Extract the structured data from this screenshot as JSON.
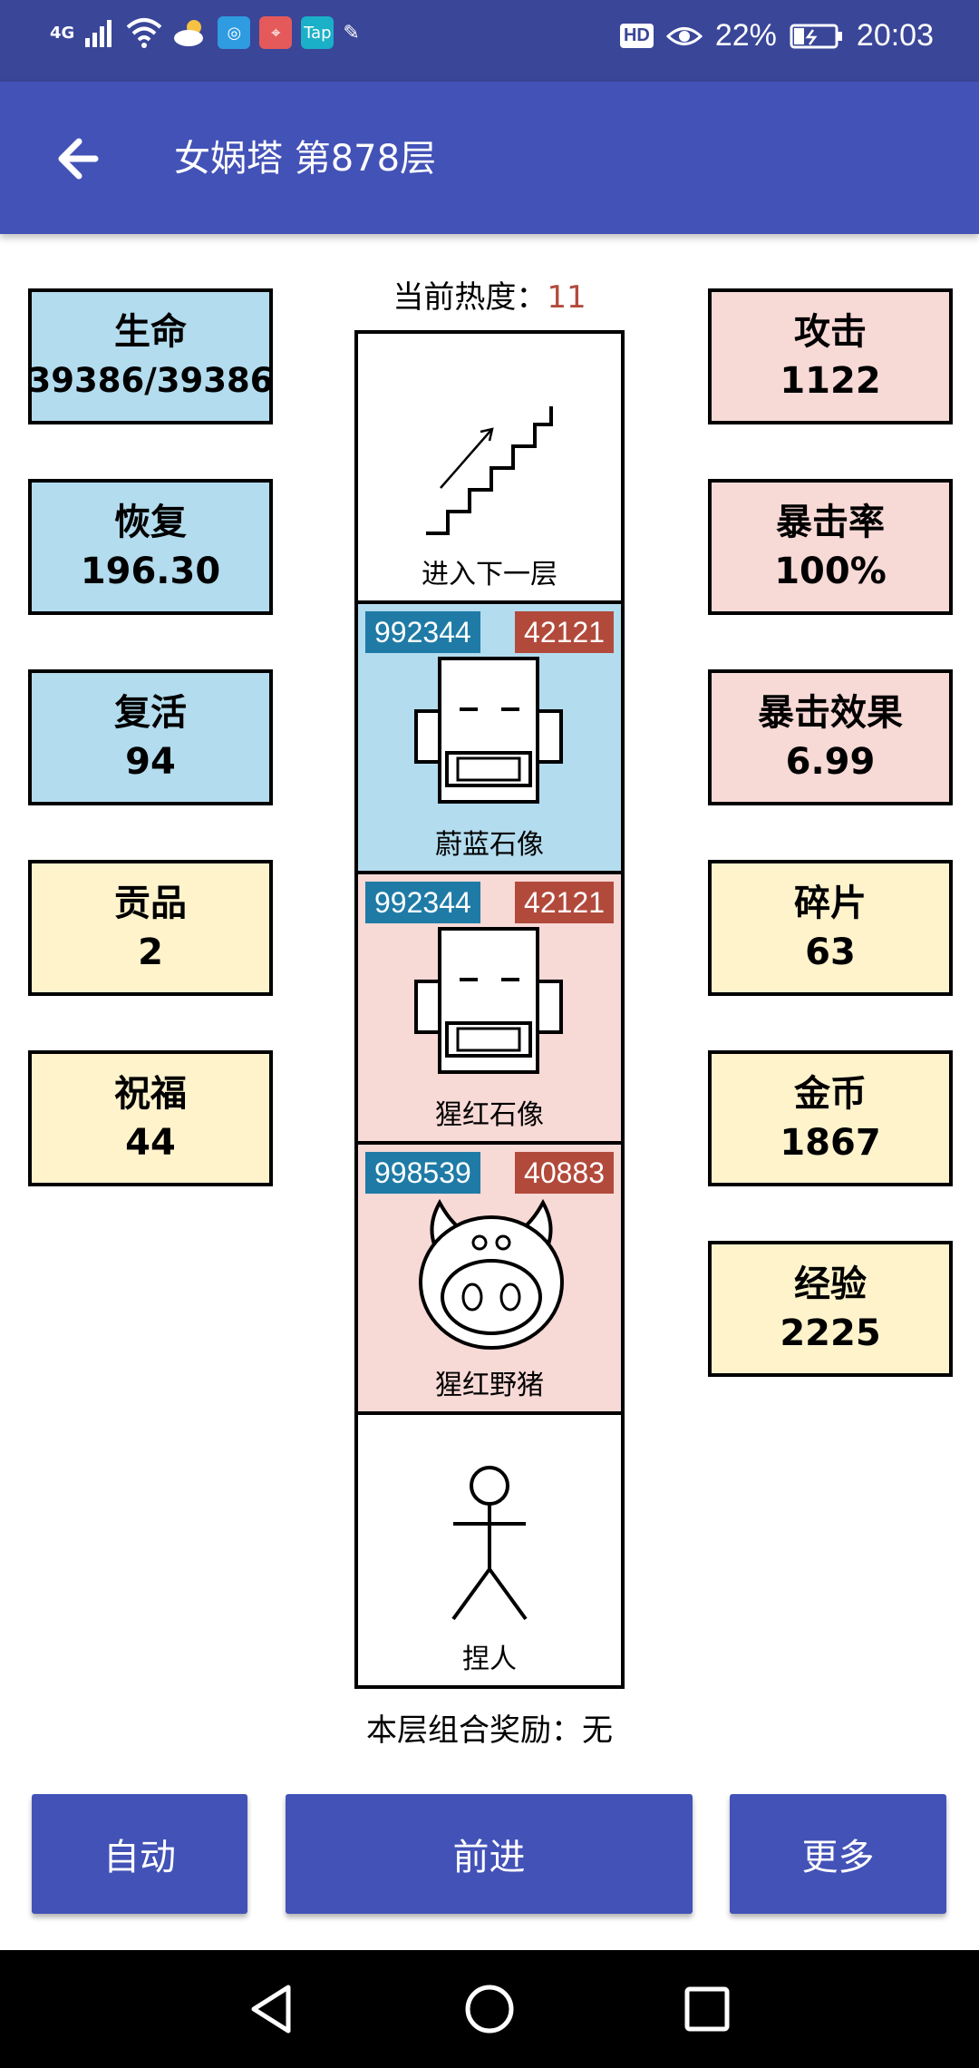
{
  "status_bar": {
    "network": "4G",
    "tap_label": "Tap",
    "hd_label": "HD",
    "battery": "22%",
    "time": "20:03"
  },
  "app_bar": {
    "title": "女娲塔 第878层"
  },
  "left_stats": [
    {
      "label": "生命",
      "value": "39386/39386",
      "color": "#b3dcee"
    },
    {
      "label": "恢复",
      "value": "196.30",
      "color": "#b3dcee"
    },
    {
      "label": "复活",
      "value": "94",
      "color": "#b3dcee"
    },
    {
      "label": "贡品",
      "value": "2",
      "color": "#fff3cc"
    },
    {
      "label": "祝福",
      "value": "44",
      "color": "#fff3cc"
    }
  ],
  "right_stats": [
    {
      "label": "攻击",
      "value": "1122",
      "color": "#f7d9d6"
    },
    {
      "label": "暴击率",
      "value": "100%",
      "color": "#f7d9d6"
    },
    {
      "label": "暴击效果",
      "value": "6.99",
      "color": "#f7d9d6"
    },
    {
      "label": "碎片",
      "value": "63",
      "color": "#fff3cc"
    },
    {
      "label": "金币",
      "value": "1867",
      "color": "#fff3cc"
    },
    {
      "label": "经验",
      "value": "2225",
      "color": "#fff3cc"
    }
  ],
  "heat": {
    "label": "当前热度：",
    "value": "11"
  },
  "tower": {
    "cells": [
      {
        "caption": "进入下一层",
        "icon": "stairs-icon",
        "bg": "#ffffff"
      },
      {
        "caption": "蔚蓝石像",
        "icon": "statue-icon",
        "bg": "#b3dcee",
        "hp": "992344",
        "atk": "42121"
      },
      {
        "caption": "猩红石像",
        "icon": "statue-icon",
        "bg": "#f7d9d6",
        "hp": "992344",
        "atk": "42121"
      },
      {
        "caption": "猩红野猪",
        "icon": "boar-icon",
        "bg": "#f7d9d6",
        "hp": "998539",
        "atk": "40883"
      },
      {
        "caption": "捏人",
        "icon": "stick-figure-icon",
        "bg": "#ffffff"
      }
    ]
  },
  "reward": "本层组合奖励：无",
  "buttons": {
    "auto": "自动",
    "forward": "前进",
    "more": "更多"
  },
  "colors": {
    "status_bar": "#3a4698",
    "app_bar": "#4352b7",
    "button": "#4352b7",
    "hp_chip": "#1f7ba6",
    "atk_chip": "#b24a3c"
  }
}
